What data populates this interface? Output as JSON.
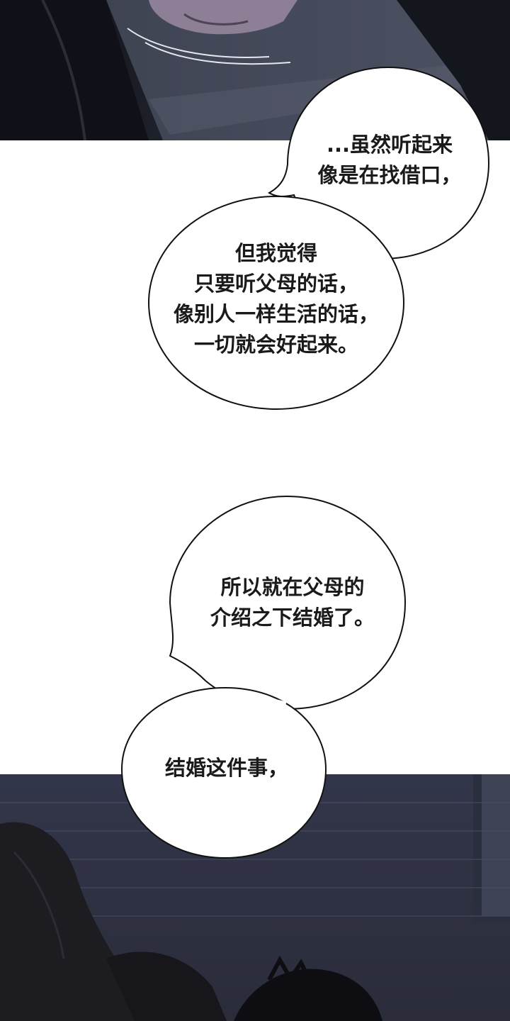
{
  "bubbles": {
    "b1": {
      "lines": [
        "...虽然听起来",
        "像是在找借口，"
      ]
    },
    "b2": {
      "lines": [
        "但我觉得",
        "只要听父母的话，",
        "像别人一样生活的话，",
        "一切就会好起来。"
      ]
    },
    "b3": {
      "lines": [
        "所以就在父母的",
        "介绍之下结婚了。"
      ]
    },
    "b4": {
      "lines": [
        "结婚这件事，"
      ]
    }
  },
  "colors": {
    "panel_dark": "#1b1d26",
    "panel_mid": "#3a3e4e",
    "bubble_fill": "#ffffff",
    "bubble_stroke": "#111111",
    "text": "#1a1a1a"
  }
}
